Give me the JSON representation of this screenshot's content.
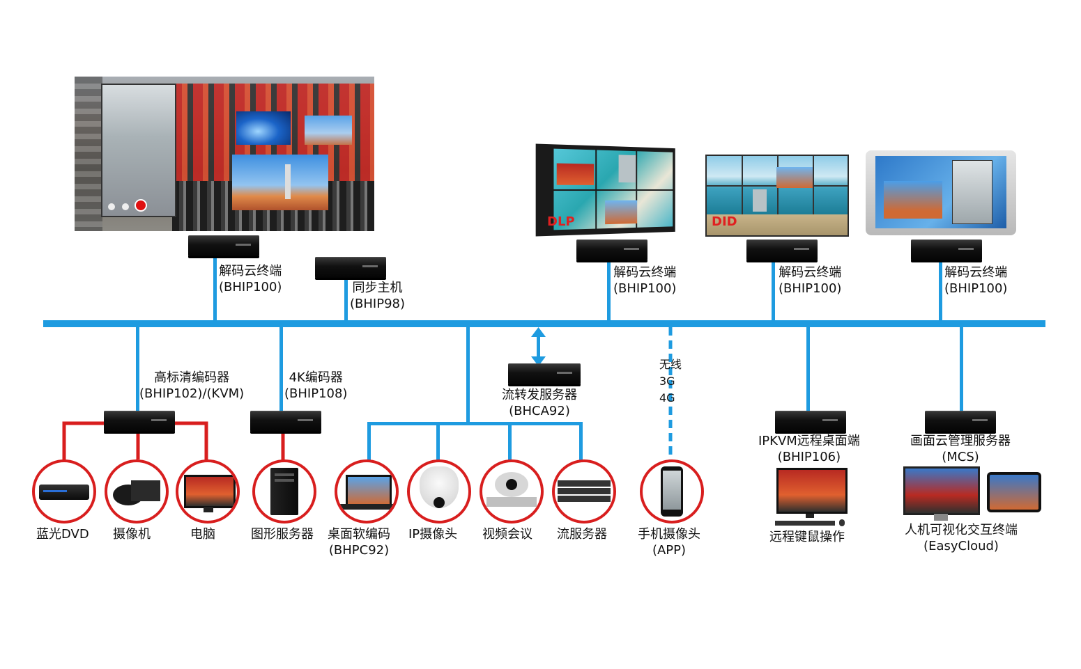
{
  "top": {
    "terminal_1": {
      "name": "解码云终端",
      "model": "(BHIP100)"
    },
    "sync_host": {
      "name": "同步主机",
      "model": "(BHIP98)"
    },
    "terminal_2": {
      "name": "解码云终端",
      "model": "(BHIP100)"
    },
    "terminal_3": {
      "name": "解码云终端",
      "model": "(BHIP100)"
    },
    "terminal_4": {
      "name": "解码云终端",
      "model": "(BHIP100)"
    },
    "dlp_tag": "DLP",
    "did_tag": "DID"
  },
  "bottom": {
    "hd_encoder": {
      "name": "高标清编码器",
      "model": "(BHIP102)/(KVM)"
    },
    "encoder_4k": {
      "name": "4K编码器",
      "model": "(BHIP108)"
    },
    "stream_server": {
      "name": "流转发服务器",
      "model": "(BHCA92)"
    },
    "wireless": {
      "l1": "无线",
      "l2": "3G",
      "l3": "4G"
    },
    "ipkvm": {
      "name": "IPKVM远程桌面端",
      "model": "(BHIP106)"
    },
    "mcs": {
      "name": "画面云管理服务器",
      "model": "(MCS)"
    }
  },
  "devices": {
    "bluray": "蓝光DVD",
    "camcorder": "摄像机",
    "pc": "电脑",
    "gfx_server": "图形服务器",
    "desktop_encoder": "桌面软编码",
    "desktop_encoder_model": "(BHPC92)",
    "ip_camera": "IP摄像头",
    "video_conf": "视频会议",
    "stream_srv": "流服务器",
    "phone_cam": "手机摄像头",
    "phone_cam_model": "(APP)",
    "remote_kvm": "远程键鼠操作",
    "hmi": "人机可视化交互终端",
    "hmi_model": "(EasyCloud)"
  },
  "colors": {
    "network": "#1e9be0",
    "link_red": "#d81e1e",
    "box": "#111111"
  }
}
